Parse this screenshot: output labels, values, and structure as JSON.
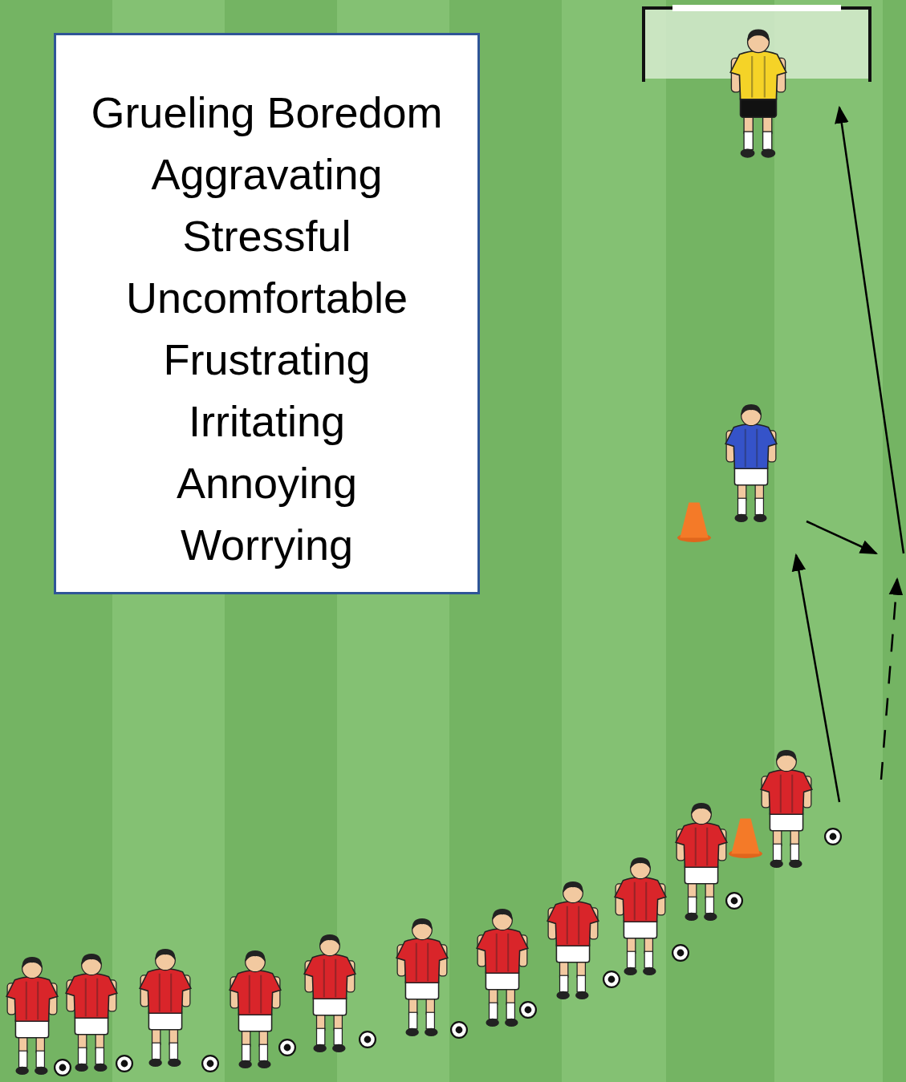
{
  "diagram": {
    "nodes": [
      {
        "text": [
          "Grueling Boredom",
          "Aggravating",
          "Stressful",
          "Uncomfortable",
          "Frustrating",
          "Irritating",
          "Annoying",
          "Worrying"
        ]
      }
    ]
  }
}
